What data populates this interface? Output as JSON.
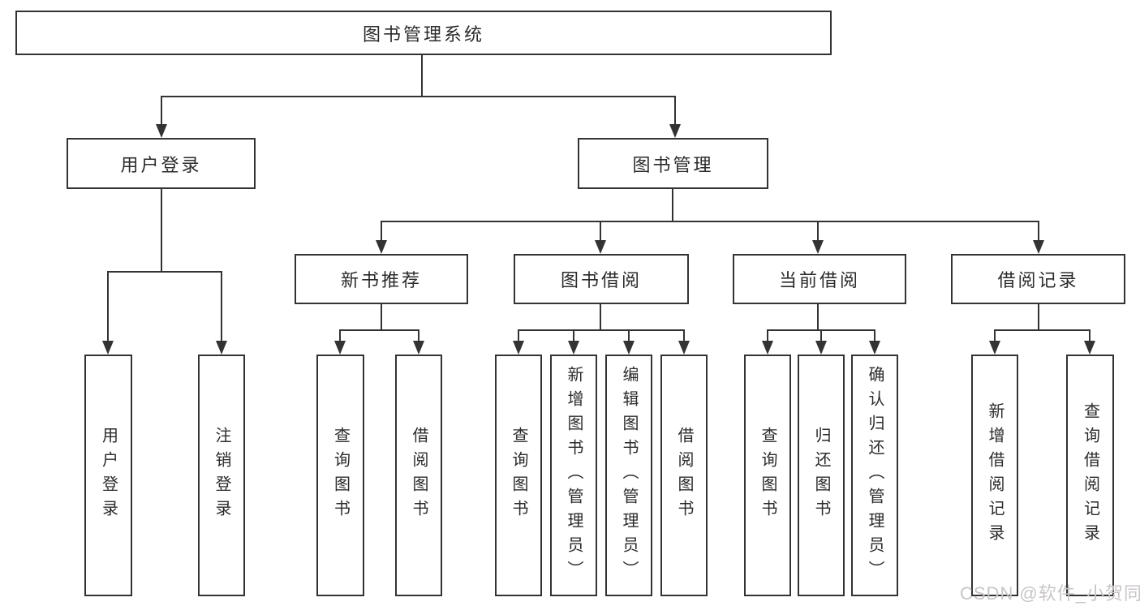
{
  "tree": {
    "label": "图书管理系统",
    "children": [
      {
        "label": "用户登录",
        "children": [
          {
            "label": "用户登录"
          },
          {
            "label": "注销登录"
          }
        ]
      },
      {
        "label": "图书管理",
        "children": [
          {
            "label": "新书推荐",
            "children": [
              {
                "label": "查询图书"
              },
              {
                "label": "借阅图书"
              }
            ]
          },
          {
            "label": "图书借阅",
            "children": [
              {
                "label": "查询图书"
              },
              {
                "label": "新增图书（管理员）"
              },
              {
                "label": "编辑图书（管理员）"
              },
              {
                "label": "借阅图书"
              }
            ]
          },
          {
            "label": "当前借阅",
            "children": [
              {
                "label": "查询图书"
              },
              {
                "label": "归还图书"
              },
              {
                "label": "确认归还（管理员）"
              }
            ]
          },
          {
            "label": "借阅记录",
            "children": [
              {
                "label": "新增借阅记录"
              },
              {
                "label": "查询借阅记录"
              }
            ]
          }
        ]
      }
    ]
  },
  "watermark": {
    "text": "CSDN @软件_小贺同学"
  },
  "colors": {
    "line": "#333333",
    "box_background": "#ffffff",
    "text": "#2b2b2b",
    "watermark": "#c9c5c9"
  }
}
